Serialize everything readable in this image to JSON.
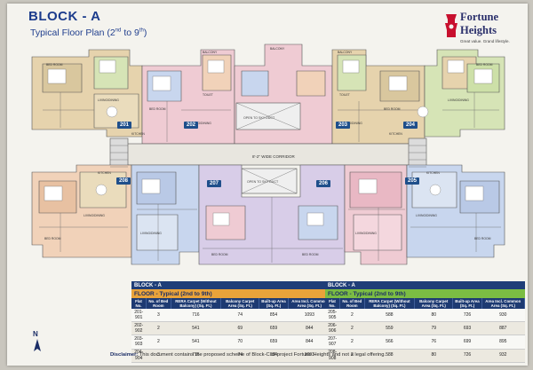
{
  "header": {
    "block_title": "BLOCK - A",
    "plan_title_prefix": "Typical Floor Plan (2",
    "plan_title_sup1": "nd",
    "plan_title_mid": " to 9",
    "plan_title_sup2": "th",
    "plan_title_suffix": ")"
  },
  "logo": {
    "line1": "Fortune",
    "line2": "Heights",
    "tagline": "Great value. Grand lifestyle.",
    "brand_color": "#2a2f6b",
    "accent_color": "#c8102e"
  },
  "plan": {
    "units": [
      "201",
      "202",
      "203",
      "204",
      "205",
      "206",
      "207",
      "208"
    ],
    "lobby_label": "8'-2\" WIDE CORRIDOR",
    "duct_label": "OPEN TO SKY DUCT",
    "room_labels": {
      "bed": "BED ROOM",
      "living": "LIVING/DINING",
      "kitchen": "KITCHEN",
      "toilet": "TOILET",
      "balcony": "BALCONY"
    },
    "colors": {
      "tan": "#e6d3ad",
      "pink": "#efcbd3",
      "green": "#d6e4b6",
      "blue": "#c8d6ee",
      "lavender": "#d8cde8",
      "peach": "#f1d2b9",
      "lobby": "#e8e6df",
      "stair": "#dcdcdc"
    }
  },
  "tables": [
    {
      "block": "BLOCK - A",
      "floor": "FLOOR - Typical (2nd to 9th)",
      "headers": [
        "Flat No.",
        "No. of Bed Room",
        "RERA Carpet (Without Balcony) (Sq. Ft.)",
        "Balcony Carpet Area (Sq. Ft.)",
        "Built-up Area (Sq. Ft.)",
        "Area Incl. Common Area (Sq. Ft.)"
      ],
      "rows": [
        [
          "201-901",
          "3",
          "716",
          "74",
          "854",
          "1093"
        ],
        [
          "202-902",
          "2",
          "541",
          "69",
          "659",
          "844"
        ],
        [
          "203-903",
          "2",
          "541",
          "70",
          "659",
          "844"
        ],
        [
          "204-904",
          "3",
          "716",
          "74",
          "854",
          "1093"
        ]
      ]
    },
    {
      "block": "BLOCK - A",
      "floor": "FLOOR - Typical (2nd to 9th)",
      "headers": [
        "Flat No.",
        "No. of Bed Room",
        "RERA Carpet (Without Balcony) (Sq. Ft.)",
        "Balcony Carpet Area (Sq. Ft.)",
        "Built-up Area (Sq. Ft.)",
        "Area Incl. Common Area (Sq. Ft.)"
      ],
      "rows": [
        [
          "205-905",
          "2",
          "588",
          "80",
          "726",
          "930"
        ],
        [
          "206-906",
          "2",
          "559",
          "79",
          "693",
          "887"
        ],
        [
          "207-907",
          "2",
          "566",
          "76",
          "699",
          "895"
        ],
        [
          "208-908",
          "2",
          "588",
          "80",
          "726",
          "932"
        ]
      ]
    }
  ],
  "compass": {
    "label": "N"
  },
  "disclaimer": {
    "label": "Disclaimer:",
    "text": " This document contains the proposed scheme of Block-C of project Fortune Heights and not a legal offering."
  }
}
